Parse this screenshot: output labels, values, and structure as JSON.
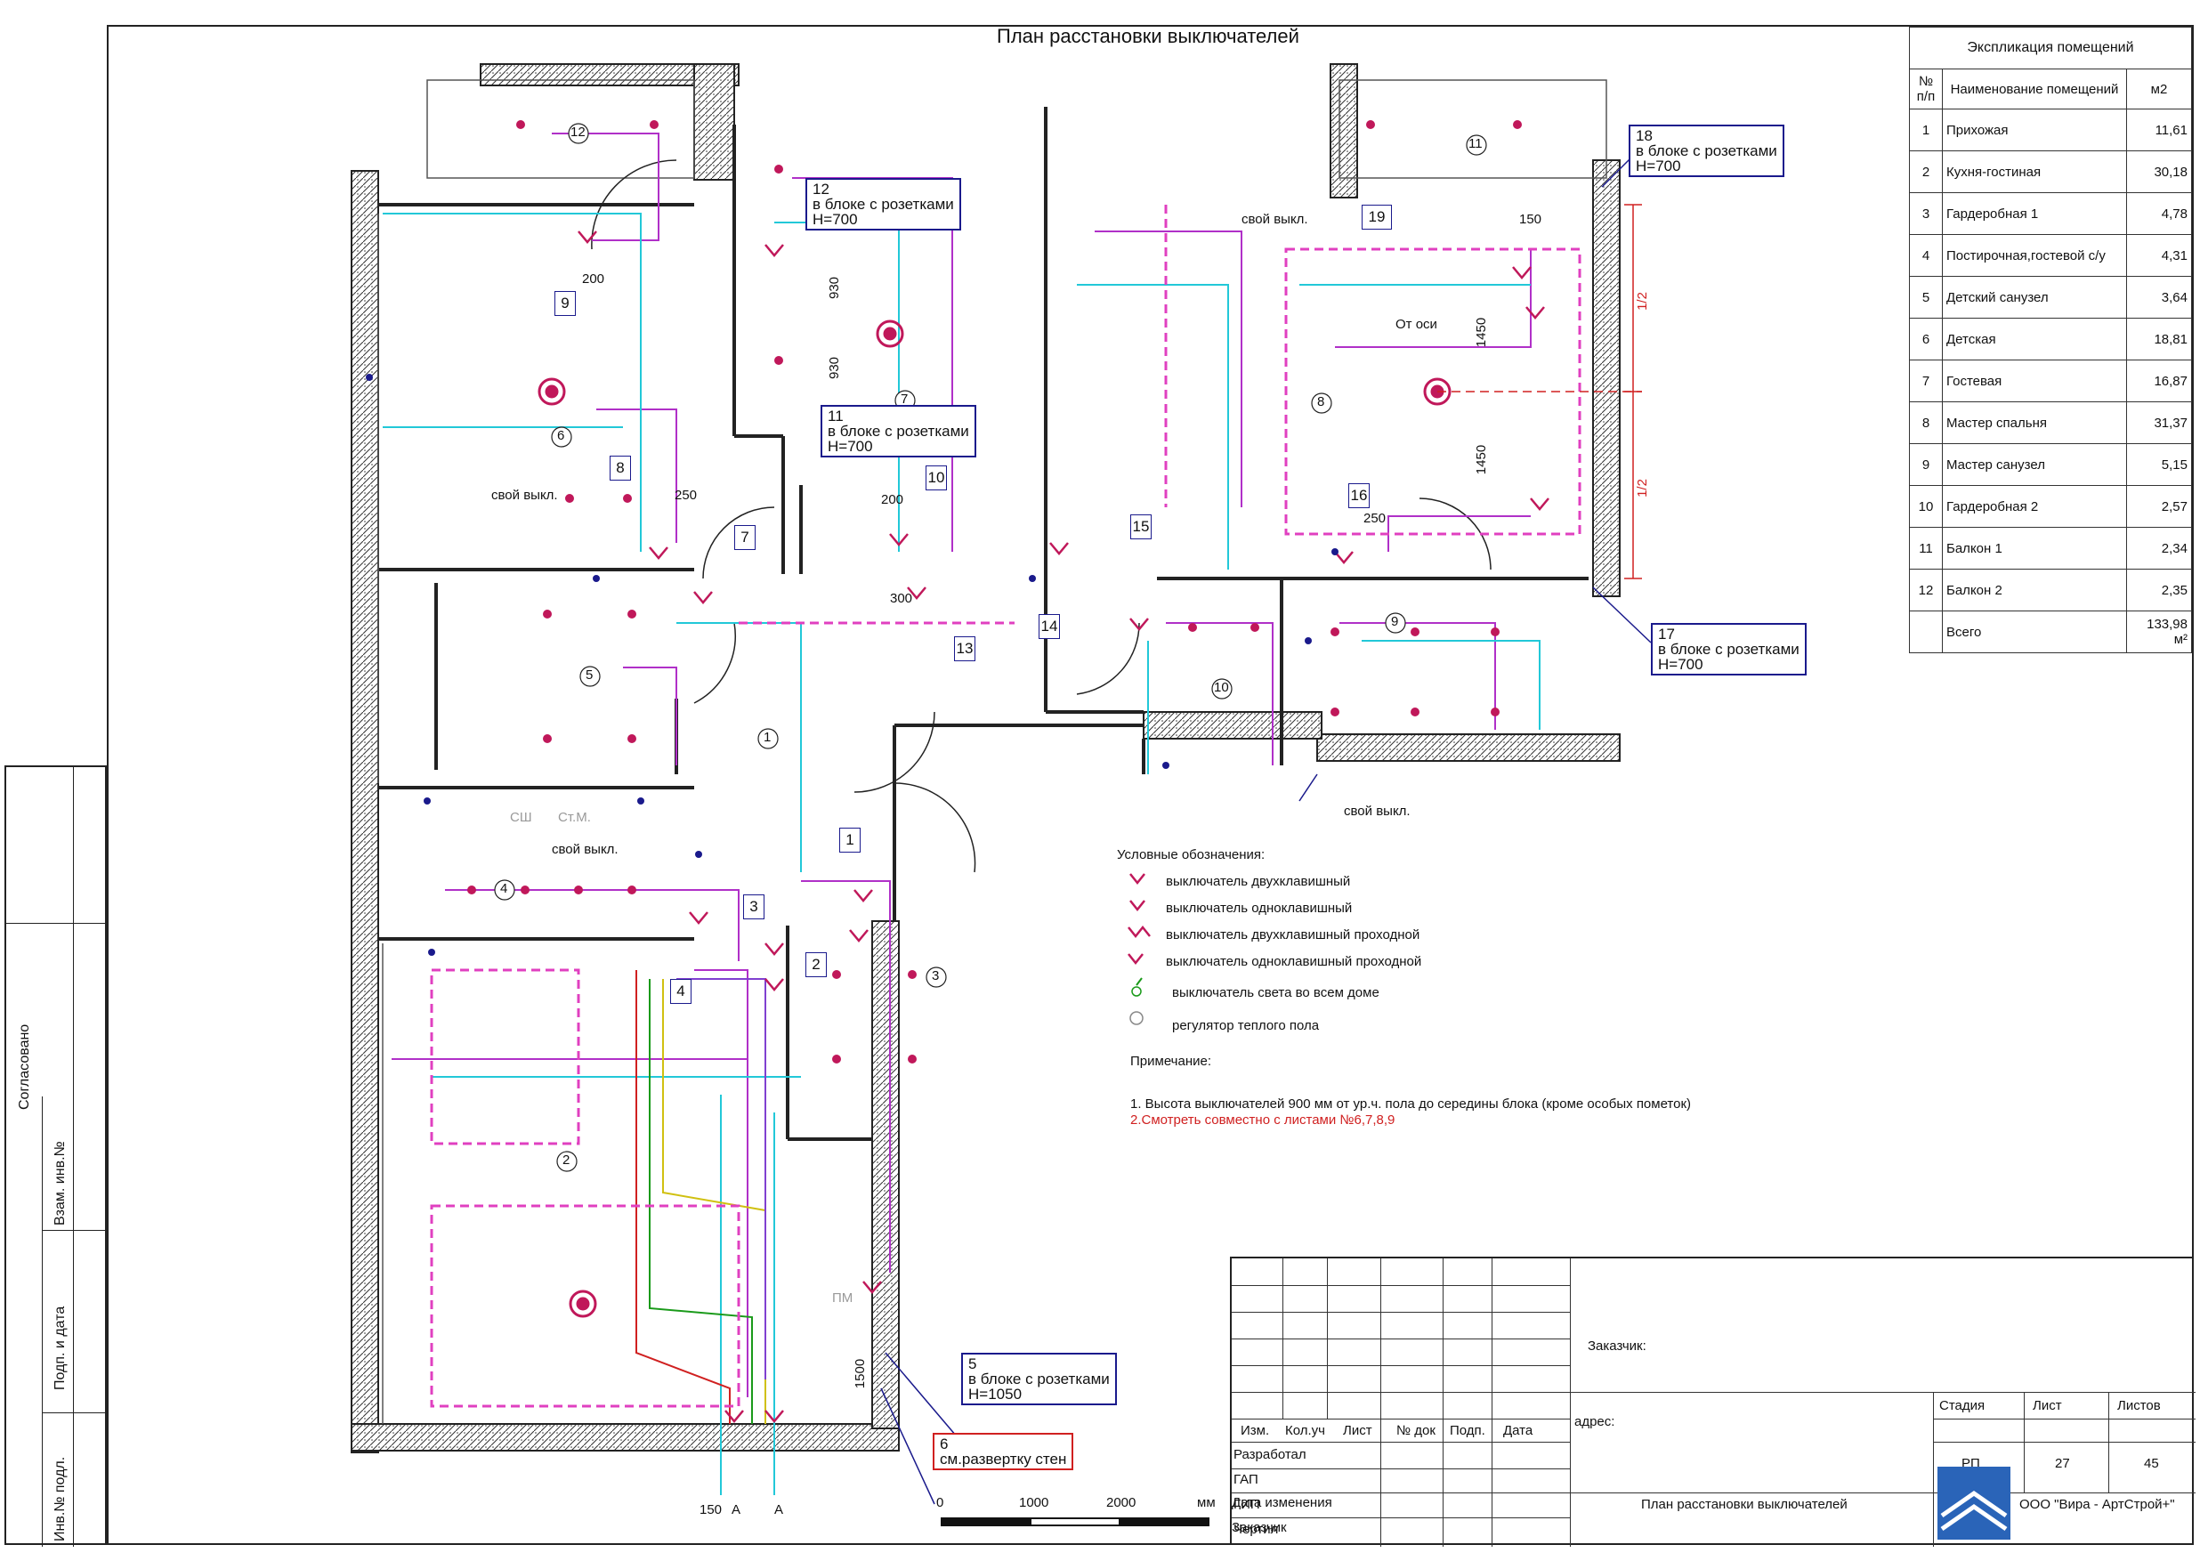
{
  "sheet_title": "План расстановки выключателей",
  "explication": {
    "title": "Экспликация помещений",
    "headers": {
      "num": "№ п/п",
      "name": "Наименование помещений",
      "area": "м2"
    },
    "rows": [
      {
        "n": "1",
        "name": "Прихожая",
        "area": "11,61"
      },
      {
        "n": "2",
        "name": "Кухня-гостиная",
        "area": "30,18"
      },
      {
        "n": "3",
        "name": "Гардеробная 1",
        "area": "4,78"
      },
      {
        "n": "4",
        "name": "Постирочная,гостевой с/у",
        "area": "4,31"
      },
      {
        "n": "5",
        "name": "Детский санузел",
        "area": "3,64"
      },
      {
        "n": "6",
        "name": "Детская",
        "area": "18,81"
      },
      {
        "n": "7",
        "name": "Гостевая",
        "area": "16,87"
      },
      {
        "n": "8",
        "name": "Мастер спальня",
        "area": "31,37"
      },
      {
        "n": "9",
        "name": "Мастер санузел",
        "area": "5,15"
      },
      {
        "n": "10",
        "name": "Гардеробная 2",
        "area": "2,57"
      },
      {
        "n": "11",
        "name": "Балкон 1",
        "area": "2,34"
      },
      {
        "n": "12",
        "name": "Балкон 2",
        "area": "2,35"
      }
    ],
    "total_label": "Всего",
    "total_area": "133,98 м²"
  },
  "legend": {
    "title": "Условные обозначения:",
    "items": [
      "выключатель двухклавишный",
      "выключатель  одноклавишный",
      "выключатель двухклавишный проходной",
      "выключатель  одноклавишный проходной",
      "выключатель света  во всем доме",
      "регулятор теплого пола"
    ],
    "note_title": "Примечание:",
    "note1": "1. Высота выключателей 900 мм от ур.ч. пола до середины блока (кроме особых пометок)",
    "note2": "2.Смотреть совместно с листами №6,7,8,9"
  },
  "callouts": {
    "c12": "12\nв блоке с розетками\nH=700",
    "c11": "11\nв блоке с розетками\nH=700",
    "c18": "18\nв блоке с розетками\nH=700",
    "c17": "17\nв блоке с розетками\nH=700",
    "c5": "5\nв блоке с розетками\nH=1050",
    "c6": "6\nсм.развертку стен"
  },
  "tags": {
    "t1": "1",
    "t2": "2",
    "t3": "3",
    "t4": "4",
    "t7": "7",
    "t8": "8",
    "t9": "9",
    "t10": "10",
    "t13": "13",
    "t14": "14",
    "t15": "15",
    "t16": "16",
    "t19": "19"
  },
  "room_numbers": [
    "1",
    "2",
    "3",
    "4",
    "5",
    "6",
    "7",
    "8",
    "9",
    "10",
    "11",
    "12"
  ],
  "labels": {
    "own_switch": "свой выкл.",
    "from_axis": "От оси",
    "dims": {
      "d200": "200",
      "d930": "930",
      "d250": "250",
      "d300": "300",
      "d150": "150",
      "d1450": "1450",
      "d1500": "1500",
      "half": "1/2"
    },
    "appliance_sh": "СШ",
    "appliance_stm": "Ст.М.",
    "appliance_pm": "ПМ",
    "bottom_150": "150",
    "bottom_a": "А"
  },
  "scale": {
    "t0": "0",
    "t1000": "1000",
    "t2000": "2000",
    "unit": "мм"
  },
  "stamp": {
    "soglasovano": "Согласовано",
    "vzam": "Взам. инв.№",
    "podp": "Подп. и дата",
    "inv": "Инв.№ подл."
  },
  "title_block": {
    "cols": [
      "Изм.",
      "Кол.уч",
      "Лист",
      "№ док",
      "Подп.",
      "Дата"
    ],
    "rows": [
      "Разработал",
      "ГАП",
      "ГИП",
      "Чертил",
      "Дата изменения",
      "Заказчик"
    ],
    "customer": "Заказчик:",
    "address": "адрес:",
    "stage_h": "Стадия",
    "sheet_h": "Лист",
    "sheets_h": "Листов",
    "stage": "РП",
    "sheet": "27",
    "sheets": "45",
    "drawing_name": "План расстановки выключателей",
    "company": "ООО \"Вира - АртСтрой+\""
  },
  "colors": {
    "wall": "#222222",
    "switch": "#c0185a",
    "line_magenta": "#b030c8",
    "line_cyan": "#22c8d8",
    "line_red": "#d02020",
    "callout": "#1a1a8c",
    "light_dash": "#e040c0"
  }
}
